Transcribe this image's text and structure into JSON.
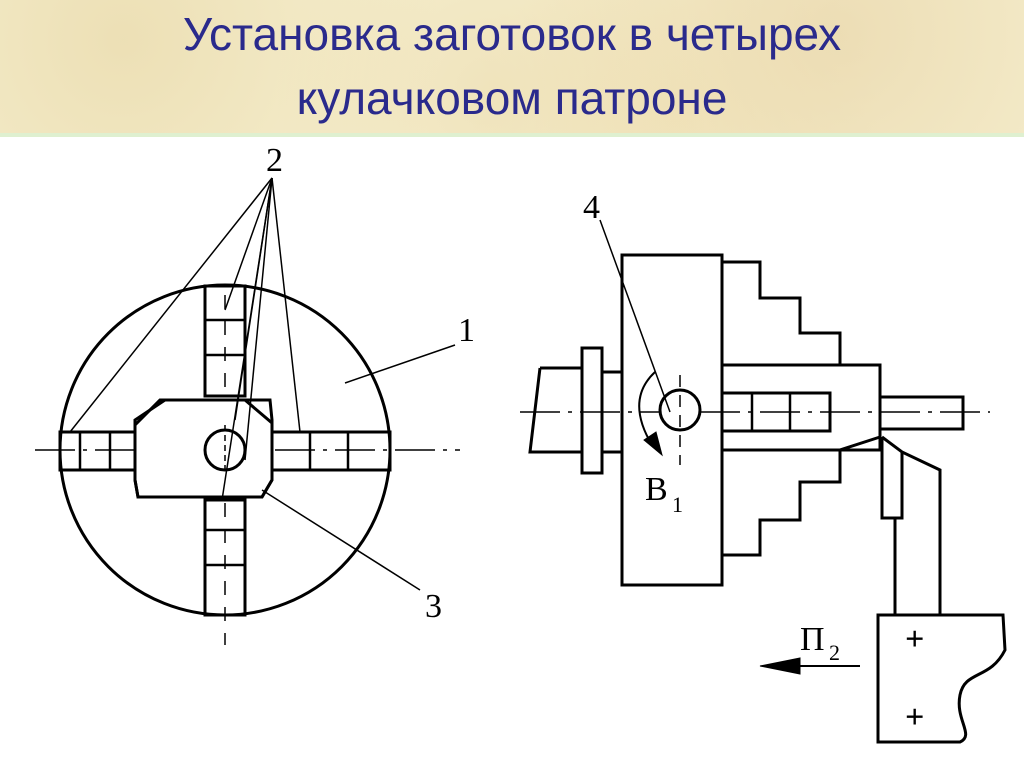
{
  "title": {
    "line1": "Установка заготовок в  четырех",
    "line2": "кулачковом патроне"
  },
  "labels": {
    "jaws": "2",
    "chuck_body": "1",
    "workpiece": "3",
    "center_mark": "4",
    "rotation": "B",
    "rotation_sub": "1",
    "feed": "П",
    "feed_sub": "2",
    "plus_top": "+",
    "plus_bottom": "+"
  },
  "colors": {
    "title_text": "#2a2a8c",
    "line": "#000000"
  }
}
